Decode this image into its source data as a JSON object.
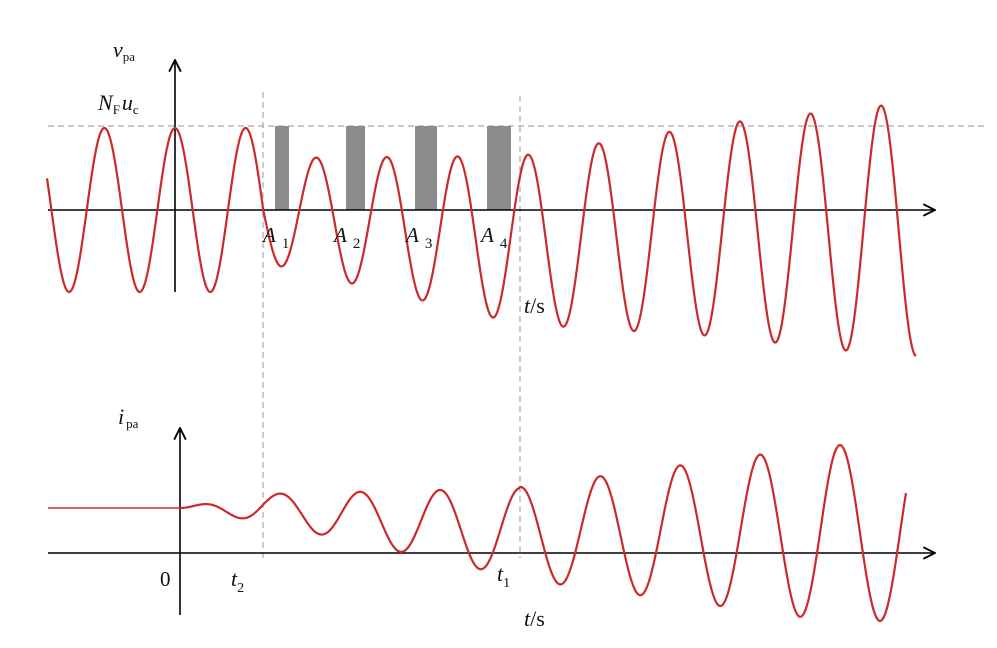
{
  "labels": {
    "top_axis_var": "v",
    "top_axis_sub": "pa",
    "threshold_var_1": "N",
    "threshold_sub_1": "F",
    "threshold_var_2": "u",
    "threshold_sub_2": "c",
    "top_time_var": "t",
    "top_time_unit": "/s",
    "bottom_axis_var": "i",
    "bottom_axis_sub": "pa",
    "bottom_time_var": "t",
    "bottom_time_unit": "/s",
    "origin": "0",
    "t2_var": "t",
    "t2_sub": "2",
    "t1_var": "t",
    "t1_sub": "1",
    "pulses": [
      {
        "var": "A",
        "sub": "1"
      },
      {
        "var": "A",
        "sub": "2"
      },
      {
        "var": "A",
        "sub": "3"
      },
      {
        "var": "A",
        "sub": "4"
      }
    ]
  },
  "colors": {
    "waveform": "#cc2a2a",
    "pulse": "#8c8c8c",
    "axes": "#000000",
    "dashed": "#aaaaaa"
  }
}
